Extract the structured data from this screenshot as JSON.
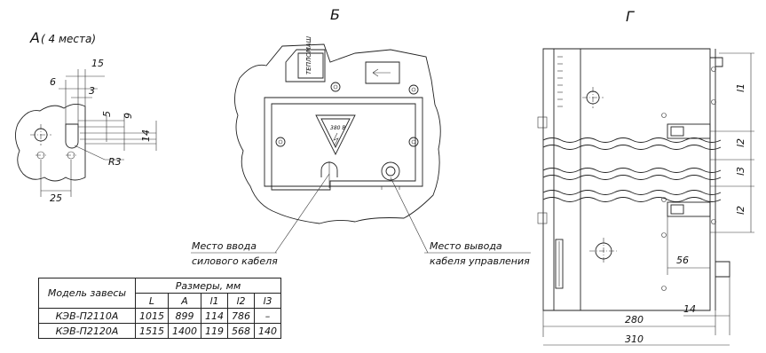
{
  "views": {
    "a": {
      "title": "А",
      "note": "( 4 места)",
      "dims": {
        "d15": "15",
        "d6": "6",
        "d3": "3",
        "d5": "5",
        "d9": "9",
        "d14": "14",
        "r3": "R3",
        "d25": "25"
      }
    },
    "b": {
      "title": "Б",
      "sign": "380 В",
      "brand": "ТЕПЛОМАШ",
      "label_input_1": "Место ввода",
      "label_input_2": "силового кабеля",
      "label_output_1": "Место вывода",
      "label_output_2": "кабеля управления"
    },
    "g": {
      "title": "Г",
      "l1": "l1",
      "l2": "l2",
      "l3": "l3",
      "l2b": "l2",
      "d56": "56",
      "d14": "14",
      "d280": "280",
      "d310": "310"
    }
  },
  "table": {
    "header_model": "Модель завесы",
    "header_sizes": "Размеры, мм",
    "columns": [
      "L",
      "A",
      "l1",
      "l2",
      "l3"
    ],
    "rows": [
      {
        "model": "КЭВ-П2110А",
        "L": "1015",
        "A": "899",
        "l1": "114",
        "l2": "786",
        "l3": "–"
      },
      {
        "model": "КЭВ-П2120А",
        "L": "1515",
        "A": "1400",
        "l1": "119",
        "l2": "568",
        "l3": "140"
      }
    ]
  }
}
